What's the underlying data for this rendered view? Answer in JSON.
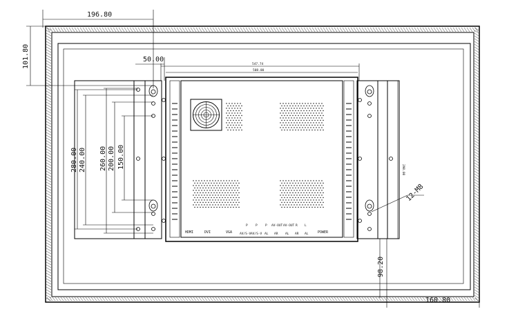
{
  "dimensions": {
    "top_width": "196.80",
    "left_height": "101.80",
    "bracket_offset": "50.00",
    "inner_width_outer": "547.74",
    "inner_width_inner": "508.00",
    "hole_280": "280.00",
    "hole_240": "240.00",
    "hole_260": "260.00",
    "hole_200": "200.00",
    "hole_150": "150.00",
    "right_height": "290.00",
    "bottom_height": "98.20",
    "bottom_right_width": "160.80"
  },
  "callouts": {
    "mount_screw": "12-M8"
  },
  "port_labels": {
    "hdmi": "HDMI",
    "dvi": "DVI",
    "vga": "VGA",
    "power": "POWER",
    "p1": "P",
    "p2": "P",
    "p3": "P",
    "p4": "AV-OUT",
    "p5": "AV-OUT",
    "p6": "R",
    "p7": "L",
    "q1": "AV/S-V",
    "q2": "AV/S-V",
    "q3": "AL",
    "q4": "AR",
    "q5": "AL",
    "q6": "AR",
    "q7": "AL"
  }
}
